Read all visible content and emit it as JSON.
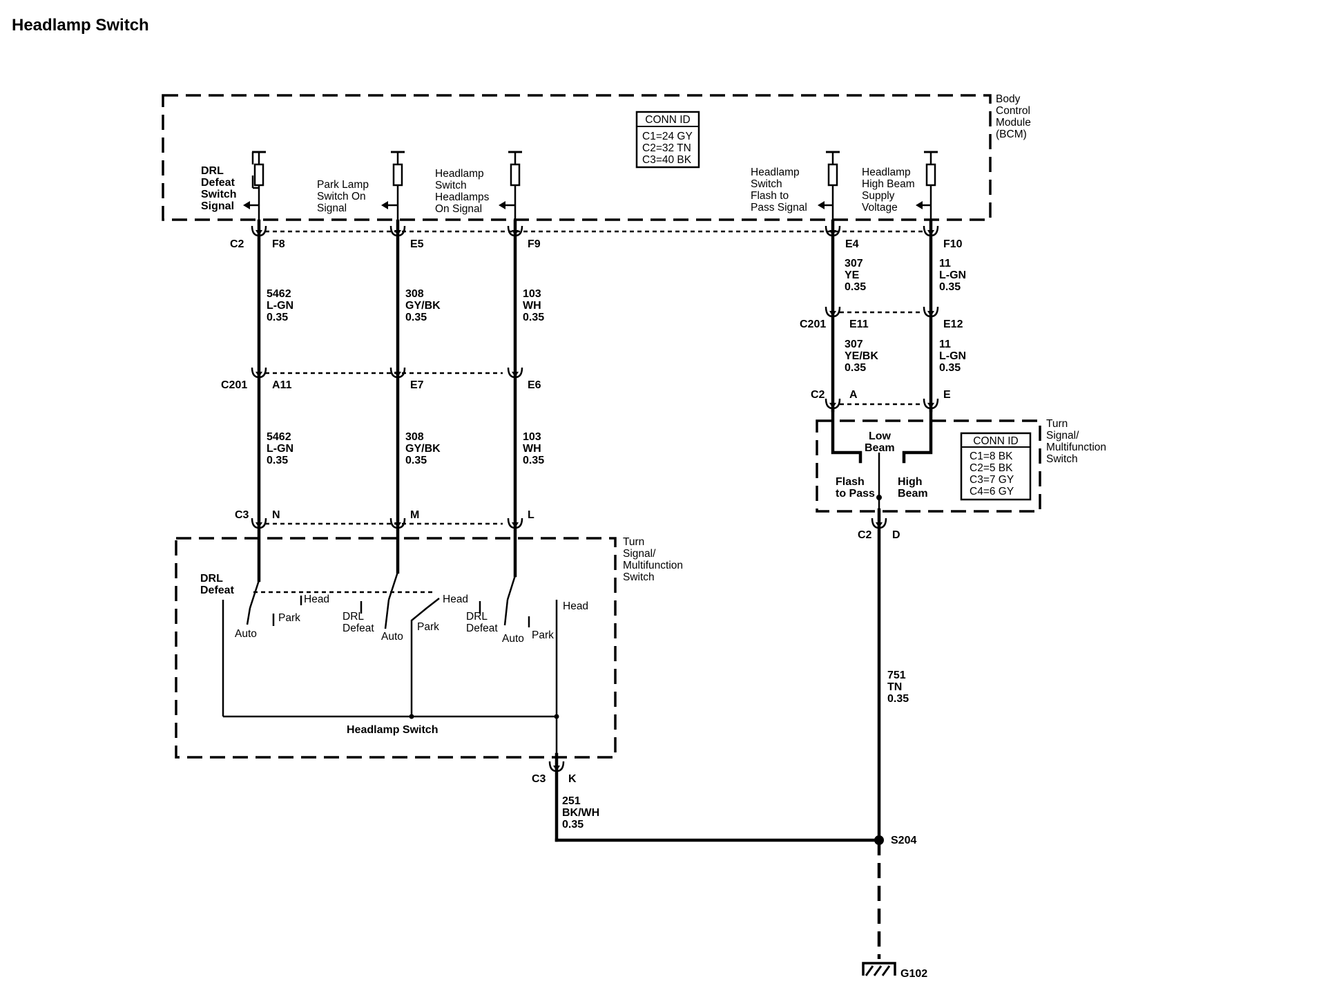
{
  "title": "Headlamp Switch",
  "bcm": {
    "label_lines": [
      "Body",
      "Control",
      "Module",
      "(BCM)"
    ],
    "conn_id": {
      "header": "CONN ID",
      "rows": [
        "C1=24 GY",
        "C2=32 TN",
        "C3=40 BK"
      ]
    },
    "signals": {
      "drl_defeat": [
        "DRL",
        "Defeat",
        "Switch",
        "Signal"
      ],
      "park_lamp": [
        "Park Lamp",
        "Switch On",
        "Signal"
      ],
      "headlamps_on": [
        "Headlamp",
        "Switch",
        "Headlamps",
        "On Signal"
      ],
      "flash_to_pass": [
        "Headlamp",
        "Switch",
        "Flash to",
        "Pass Signal"
      ],
      "high_beam": [
        "Headlamp",
        "High Beam",
        "Supply",
        "Voltage"
      ]
    }
  },
  "connectors": {
    "c2": "C2",
    "c201": "C201",
    "c3": "C3",
    "pins_bcm": [
      "F8",
      "E5",
      "F9",
      "E4",
      "F10"
    ],
    "pins_c201_left": [
      "A11",
      "E7",
      "E6"
    ],
    "pins_c201_right": [
      "E11",
      "E12"
    ],
    "pins_c3": [
      "N",
      "M",
      "L",
      "K"
    ],
    "pins_c2_right": [
      "A",
      "E",
      "D"
    ]
  },
  "wires": {
    "w5462a": [
      "5462",
      "L-GN",
      "0.35"
    ],
    "w308a": [
      "308",
      "GY/BK",
      "0.35"
    ],
    "w103a": [
      "103",
      "WH",
      "0.35"
    ],
    "w5462b": [
      "5462",
      "L-GN",
      "0.35"
    ],
    "w308b": [
      "308",
      "GY/BK",
      "0.35"
    ],
    "w103b": [
      "103",
      "WH",
      "0.35"
    ],
    "w307a": [
      "307",
      "YE",
      "0.35"
    ],
    "w11a": [
      "11",
      "L-GN",
      "0.35"
    ],
    "w307b": [
      "307",
      "YE/BK",
      "0.35"
    ],
    "w11b": [
      "11",
      "L-GN",
      "0.35"
    ],
    "w751": [
      "751",
      "TN",
      "0.35"
    ],
    "w251": [
      "251",
      "BK/WH",
      "0.35"
    ]
  },
  "turn_switch": {
    "label_lines": [
      "Turn",
      "Signal/",
      "Multifunction",
      "Switch"
    ],
    "conn_id": {
      "header": "CONN ID",
      "rows": [
        "C1=8 BK",
        "C2=5 BK",
        "C3=7 GY",
        "C4=6 GY"
      ]
    },
    "low_beam": [
      "Low",
      "Beam"
    ],
    "flash_to_pass": [
      "Flash",
      "to Pass"
    ],
    "high_beam": [
      "High",
      "Beam"
    ]
  },
  "headlamp_switch": {
    "label": "Headlamp Switch",
    "drl_defeat": [
      "DRL",
      "Defeat"
    ],
    "head": "Head",
    "park": "Park",
    "auto": "Auto"
  },
  "splice": "S204",
  "ground": "G102"
}
